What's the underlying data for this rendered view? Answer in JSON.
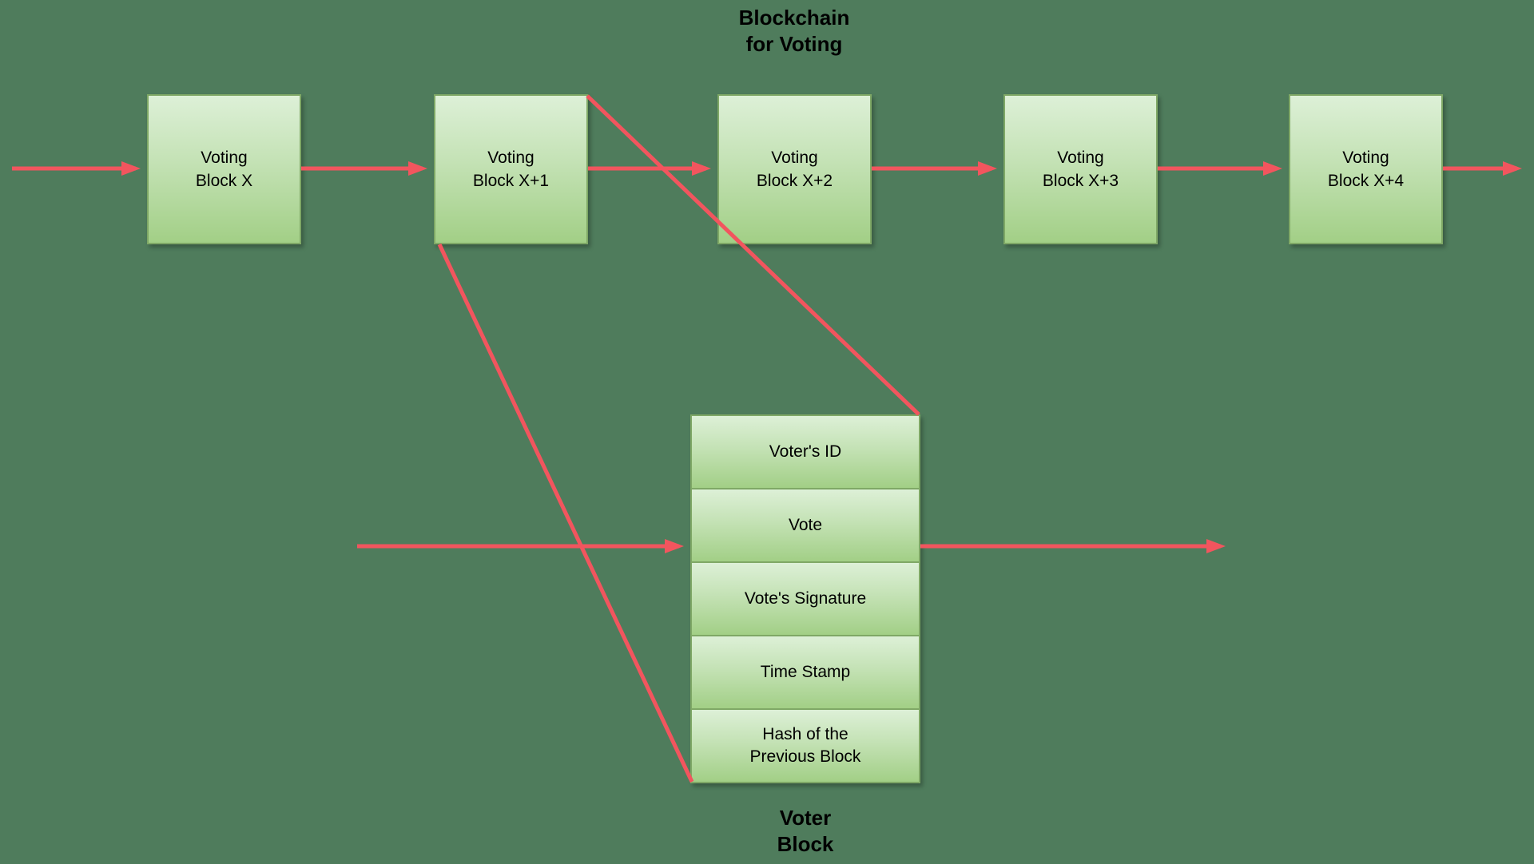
{
  "title": "Blockchain\nfor Voting",
  "chain": {
    "blocks": [
      {
        "label": "Voting\nBlock X"
      },
      {
        "label": "Voting\nBlock X+1"
      },
      {
        "label": "Voting\nBlock X+2"
      },
      {
        "label": "Voting\nBlock X+3"
      },
      {
        "label": "Voting\nBlock X+4"
      }
    ]
  },
  "voter_block": {
    "caption": "Voter\nBlock",
    "fields": [
      {
        "label": "Voter's ID"
      },
      {
        "label": "Vote"
      },
      {
        "label": "Vote's Signature"
      },
      {
        "label": "Time Stamp"
      },
      {
        "label": "Hash of the\nPrevious Block"
      }
    ]
  },
  "colors": {
    "background": "#4f7c5c",
    "box_fill_top": "#ddf0d7",
    "box_fill_bottom": "#a2cf86",
    "box_border": "#7fa866",
    "arrow": "#f2555e",
    "text": "#000000"
  }
}
